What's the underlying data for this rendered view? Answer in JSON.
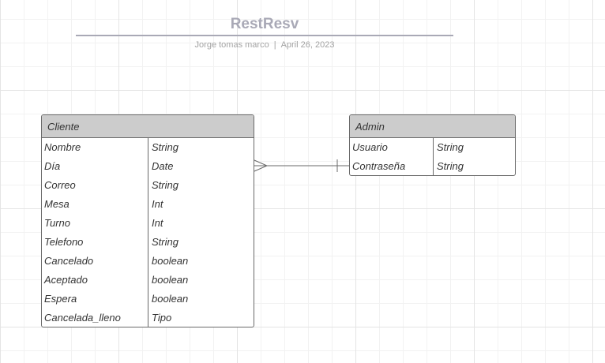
{
  "header": {
    "title": "RestResv",
    "author": "Jorge tomas marco",
    "separator": "|",
    "date": "April 26, 2023"
  },
  "entities": {
    "cliente": {
      "name": "Cliente",
      "attributes": [
        {
          "name": "Nombre",
          "type": "String"
        },
        {
          "name": "Día",
          "type": "Date"
        },
        {
          "name": "Correo",
          "type": "String"
        },
        {
          "name": "Mesa",
          "type": "Int"
        },
        {
          "name": "Turno",
          "type": "Int"
        },
        {
          "name": "Telefono",
          "type": "String"
        },
        {
          "name": "Cancelado",
          "type": "boolean"
        },
        {
          "name": "Aceptado",
          "type": "boolean"
        },
        {
          "name": "Espera",
          "type": "boolean"
        },
        {
          "name": "Cancelada_lleno",
          "type": "Tipo"
        }
      ]
    },
    "admin": {
      "name": "Admin",
      "attributes": [
        {
          "name": "Usuario",
          "type": "String"
        },
        {
          "name": "Contraseña",
          "type": "String"
        }
      ]
    }
  },
  "relationship": {
    "from": "Cliente",
    "to": "Admin",
    "from_end": "many",
    "to_end": "one"
  },
  "colors": {
    "header_fill": "#cccccc",
    "border": "#6a6a6a",
    "title": "#a9a9b6"
  }
}
